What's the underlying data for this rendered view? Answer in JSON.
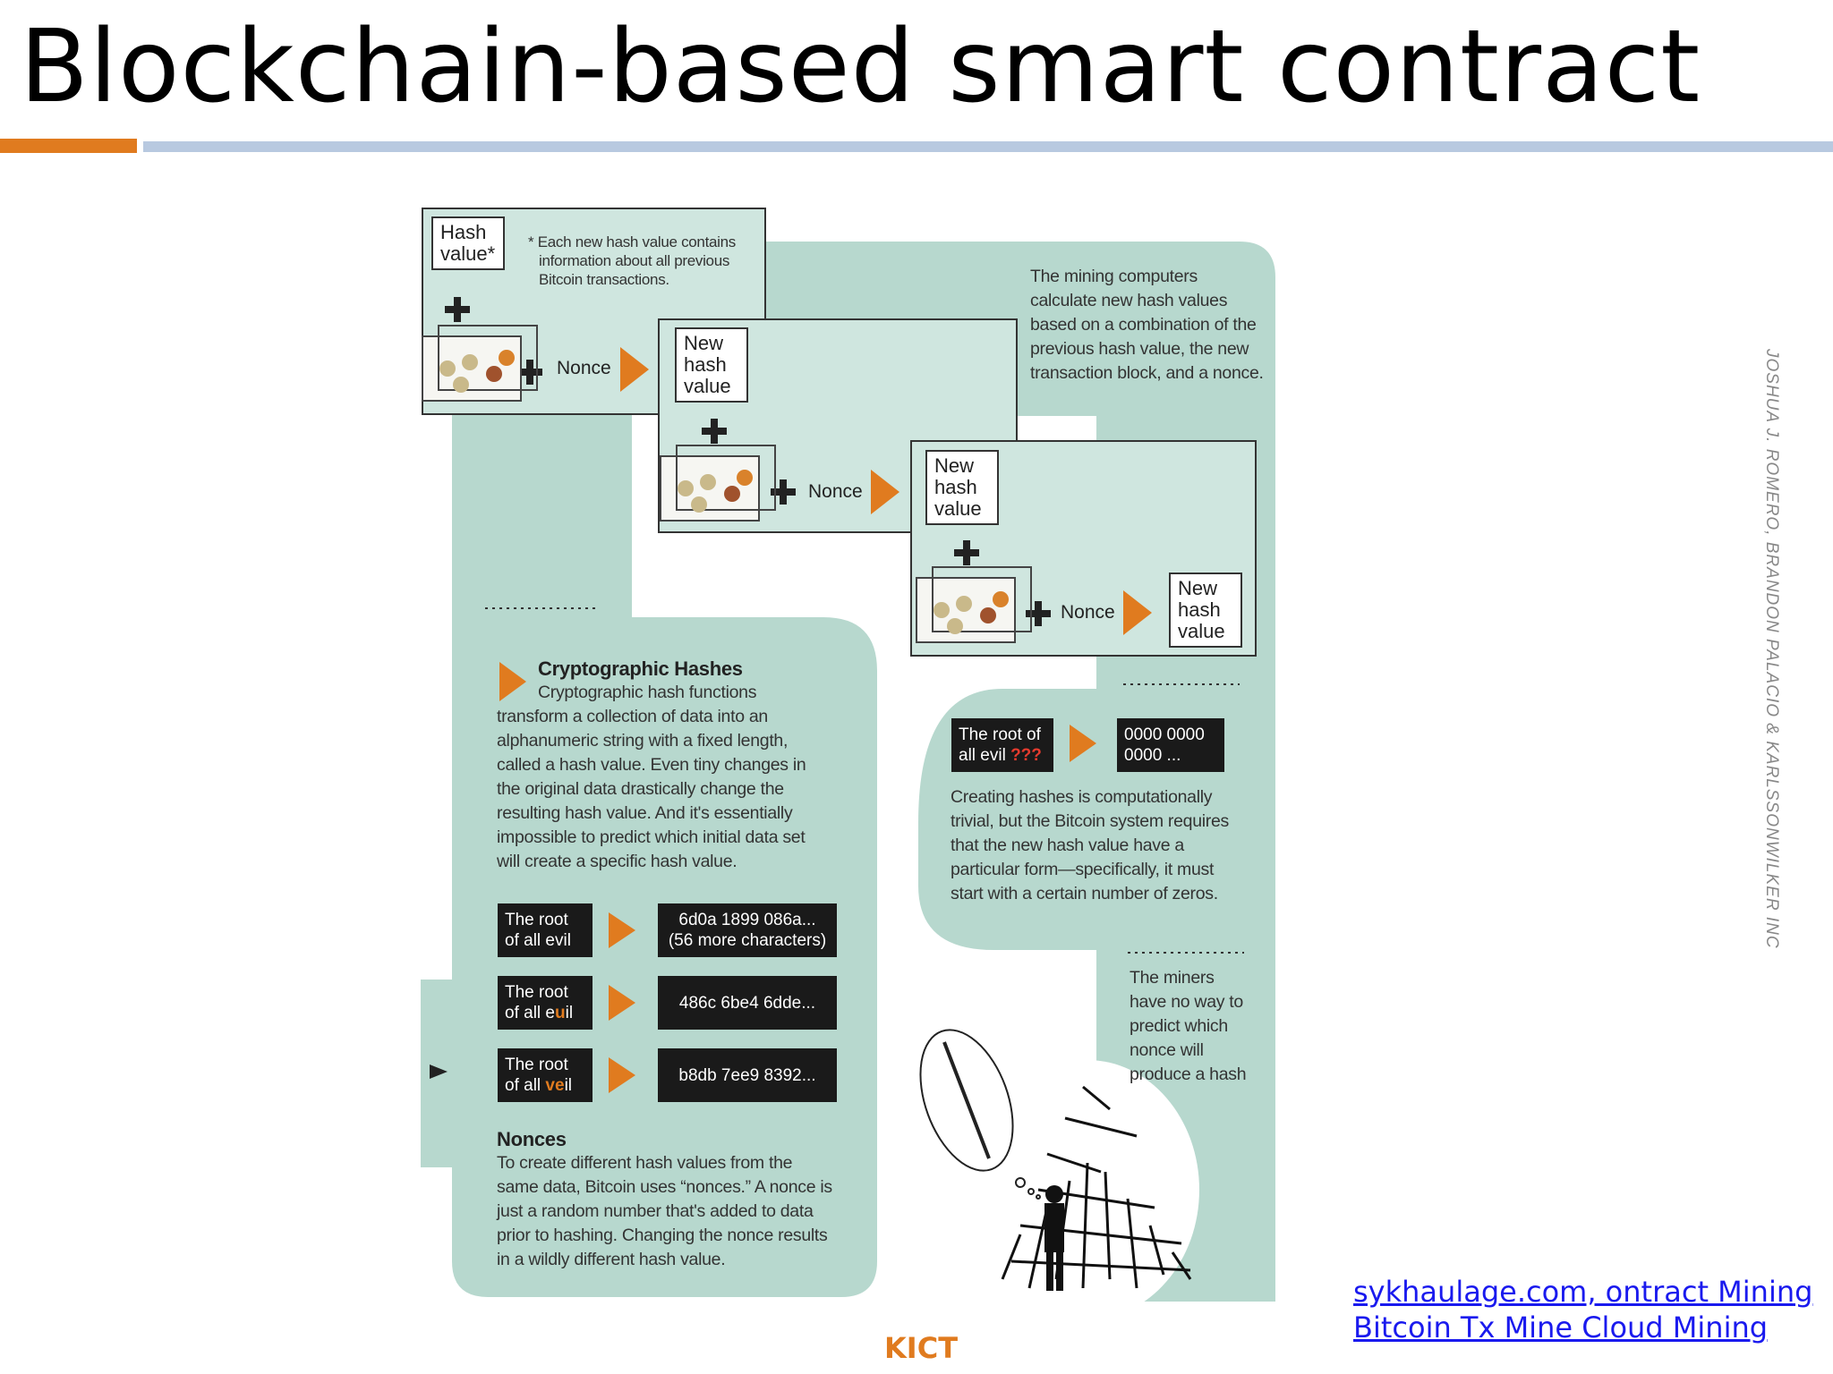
{
  "slide": {
    "title": "Blockchain-based smart contract",
    "footer": "KICT",
    "source_links": [
      "sykhaulage.com, ontract Mining",
      "Bitcoin Tx Mine Cloud Mining"
    ],
    "credit": "JOSHUA J. ROMERO, BRANDON PALACIO & KARLSSONWILKER INC",
    "colors": {
      "accent_orange": "#e07b1f",
      "accent_blue": "#b8c9e0",
      "panel_teal": "#b7d8ce",
      "link_blue": "#1a1aee"
    }
  },
  "figure": {
    "hash_value_box": [
      "Hash",
      "value*"
    ],
    "hash_note": [
      "* Each new hash value contains",
      "information about all previous",
      "Bitcoin transactions."
    ],
    "new_hash_box": [
      "New",
      "hash",
      "value"
    ],
    "nonce_label": "Nonce",
    "mining_note": [
      "The mining computers",
      "calculate new hash values",
      "based on a combination of the",
      "previous hash value, the new",
      "transaction block, and a nonce."
    ],
    "crypto_title": "Cryptographic Hashes",
    "crypto_text": [
      "Cryptographic hash functions",
      "transform a collection of data into an",
      "alphanumeric string with a fixed length,",
      "called a hash value. Even tiny changes in",
      "the original data drastically change the",
      "resulting hash value. And it's essentially",
      "impossible to predict which initial data set",
      "will create a specific hash value."
    ],
    "examples": [
      {
        "input_1": "The root",
        "input_2_pre": "of all ",
        "input_2_hl": "evil",
        "input_2_hl_mid": "",
        "input_2_post": "",
        "output_1": "6d0a 1899 086a...",
        "output_2": "(56 more characters)"
      },
      {
        "input_1": "The root",
        "input_2_pre": "of all e",
        "input_2_hl": "u",
        "input_2_hl_mid": "",
        "input_2_post": "il",
        "output_1": "486c 6be4 6dde...",
        "output_2": ""
      },
      {
        "input_1": "The root",
        "input_2_pre": "of all ",
        "input_2_hl": "ve",
        "input_2_hl_mid": "",
        "input_2_post": "il",
        "output_1": "b8db 7ee9 8392...",
        "output_2": ""
      }
    ],
    "zeros_example": {
      "input_1": "The root of",
      "input_2_pre": "all evil ",
      "input_2_hl": "???",
      "output_1": "0000 0000",
      "output_2": "0000 ..."
    },
    "zeros_text": [
      "Creating hashes is computationally",
      "trivial, but the Bitcoin system requires",
      "that the new hash value have a",
      "particular form—specifically, it must",
      "start with a certain number of zeros."
    ],
    "nonces_title": "Nonces",
    "nonces_text": [
      "To create different hash values from the",
      "same data, Bitcoin uses “nonces.” A nonce is",
      "just a random number that's added to data",
      "prior to hashing. Changing the nonce results",
      "in a wildly different hash value."
    ],
    "miners_text": [
      "The miners",
      "have no way to",
      "predict which",
      "nonce will",
      "produce a hash"
    ]
  }
}
